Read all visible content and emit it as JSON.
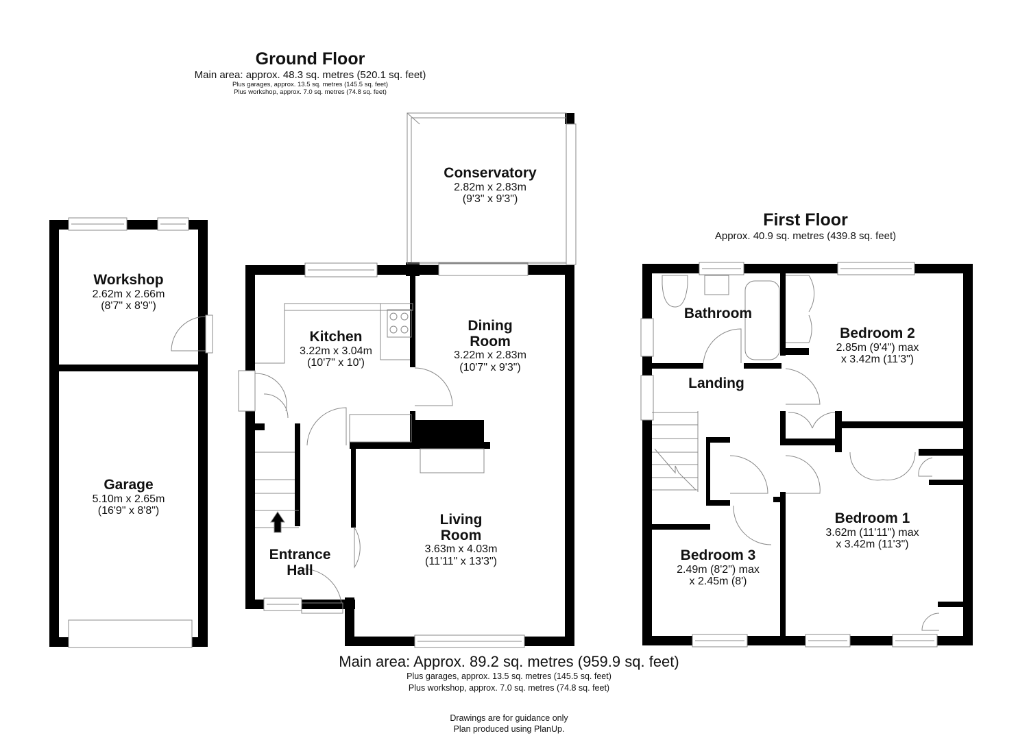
{
  "ground_floor": {
    "title": "Ground Floor",
    "main_area": "Main area: approx. 48.3 sq. metres (520.1 sq. feet)",
    "garages": "Plus garages, approx. 13.5 sq. metres (145.5 sq. feet)",
    "workshop": "Plus workshop, approx. 7.0 sq. metres (74.8 sq. feet)",
    "rooms": [
      {
        "name": "Workshop",
        "dim1": "2.62m x 2.66m",
        "dim2": "(8'7\" x 8'9\")"
      },
      {
        "name": "Garage",
        "dim1": "5.10m x 2.65m",
        "dim2": "(16'9\" x 8'8\")"
      },
      {
        "name": "Kitchen",
        "dim1": "3.22m x 3.04m",
        "dim2": "(10'7\" x 10')"
      },
      {
        "name": "Conservatory",
        "dim1": "2.82m x 2.83m",
        "dim2": "(9'3\" x 9'3\")"
      },
      {
        "name": "Dining",
        "name2": "Room",
        "dim1": "3.22m x 2.83m",
        "dim2": "(10'7\" x 9'3\")"
      },
      {
        "name": "Living",
        "name2": "Room",
        "dim1": "3.63m x 4.03m",
        "dim2": "(11'11\" x 13'3\")"
      },
      {
        "name": "Entrance",
        "name2": "Hall"
      }
    ]
  },
  "first_floor": {
    "title": "First Floor",
    "area": "Approx. 40.9 sq. metres (439.8 sq. feet)",
    "rooms": [
      {
        "name": "Bathroom"
      },
      {
        "name": "Landing"
      },
      {
        "name": "Bedroom 2",
        "dim1": "2.85m (9'4\") max",
        "dim2": "x 3.42m (11'3\")"
      },
      {
        "name": "Bedroom 1",
        "dim1": "3.62m (11'11\") max",
        "dim2": "x 3.42m (11'3\")"
      },
      {
        "name": "Bedroom 3",
        "dim1": "2.49m (8'2\") max",
        "dim2": "x 2.45m (8')"
      }
    ]
  },
  "footer": {
    "main_area": "Main area: Approx. 89.2 sq. metres (959.9 sq. feet)",
    "garages": "Plus garages, approx. 13.5 sq. metres (145.5 sq. feet)",
    "workshop": "Plus workshop, approx. 7.0 sq. metres (74.8 sq. feet)",
    "disclaimer": "Drawings are for guidance only",
    "credit": "Plan produced using PlanUp."
  },
  "colors": {
    "wall": "#000000",
    "fixture_line": "#888888",
    "background": "#ffffff"
  }
}
